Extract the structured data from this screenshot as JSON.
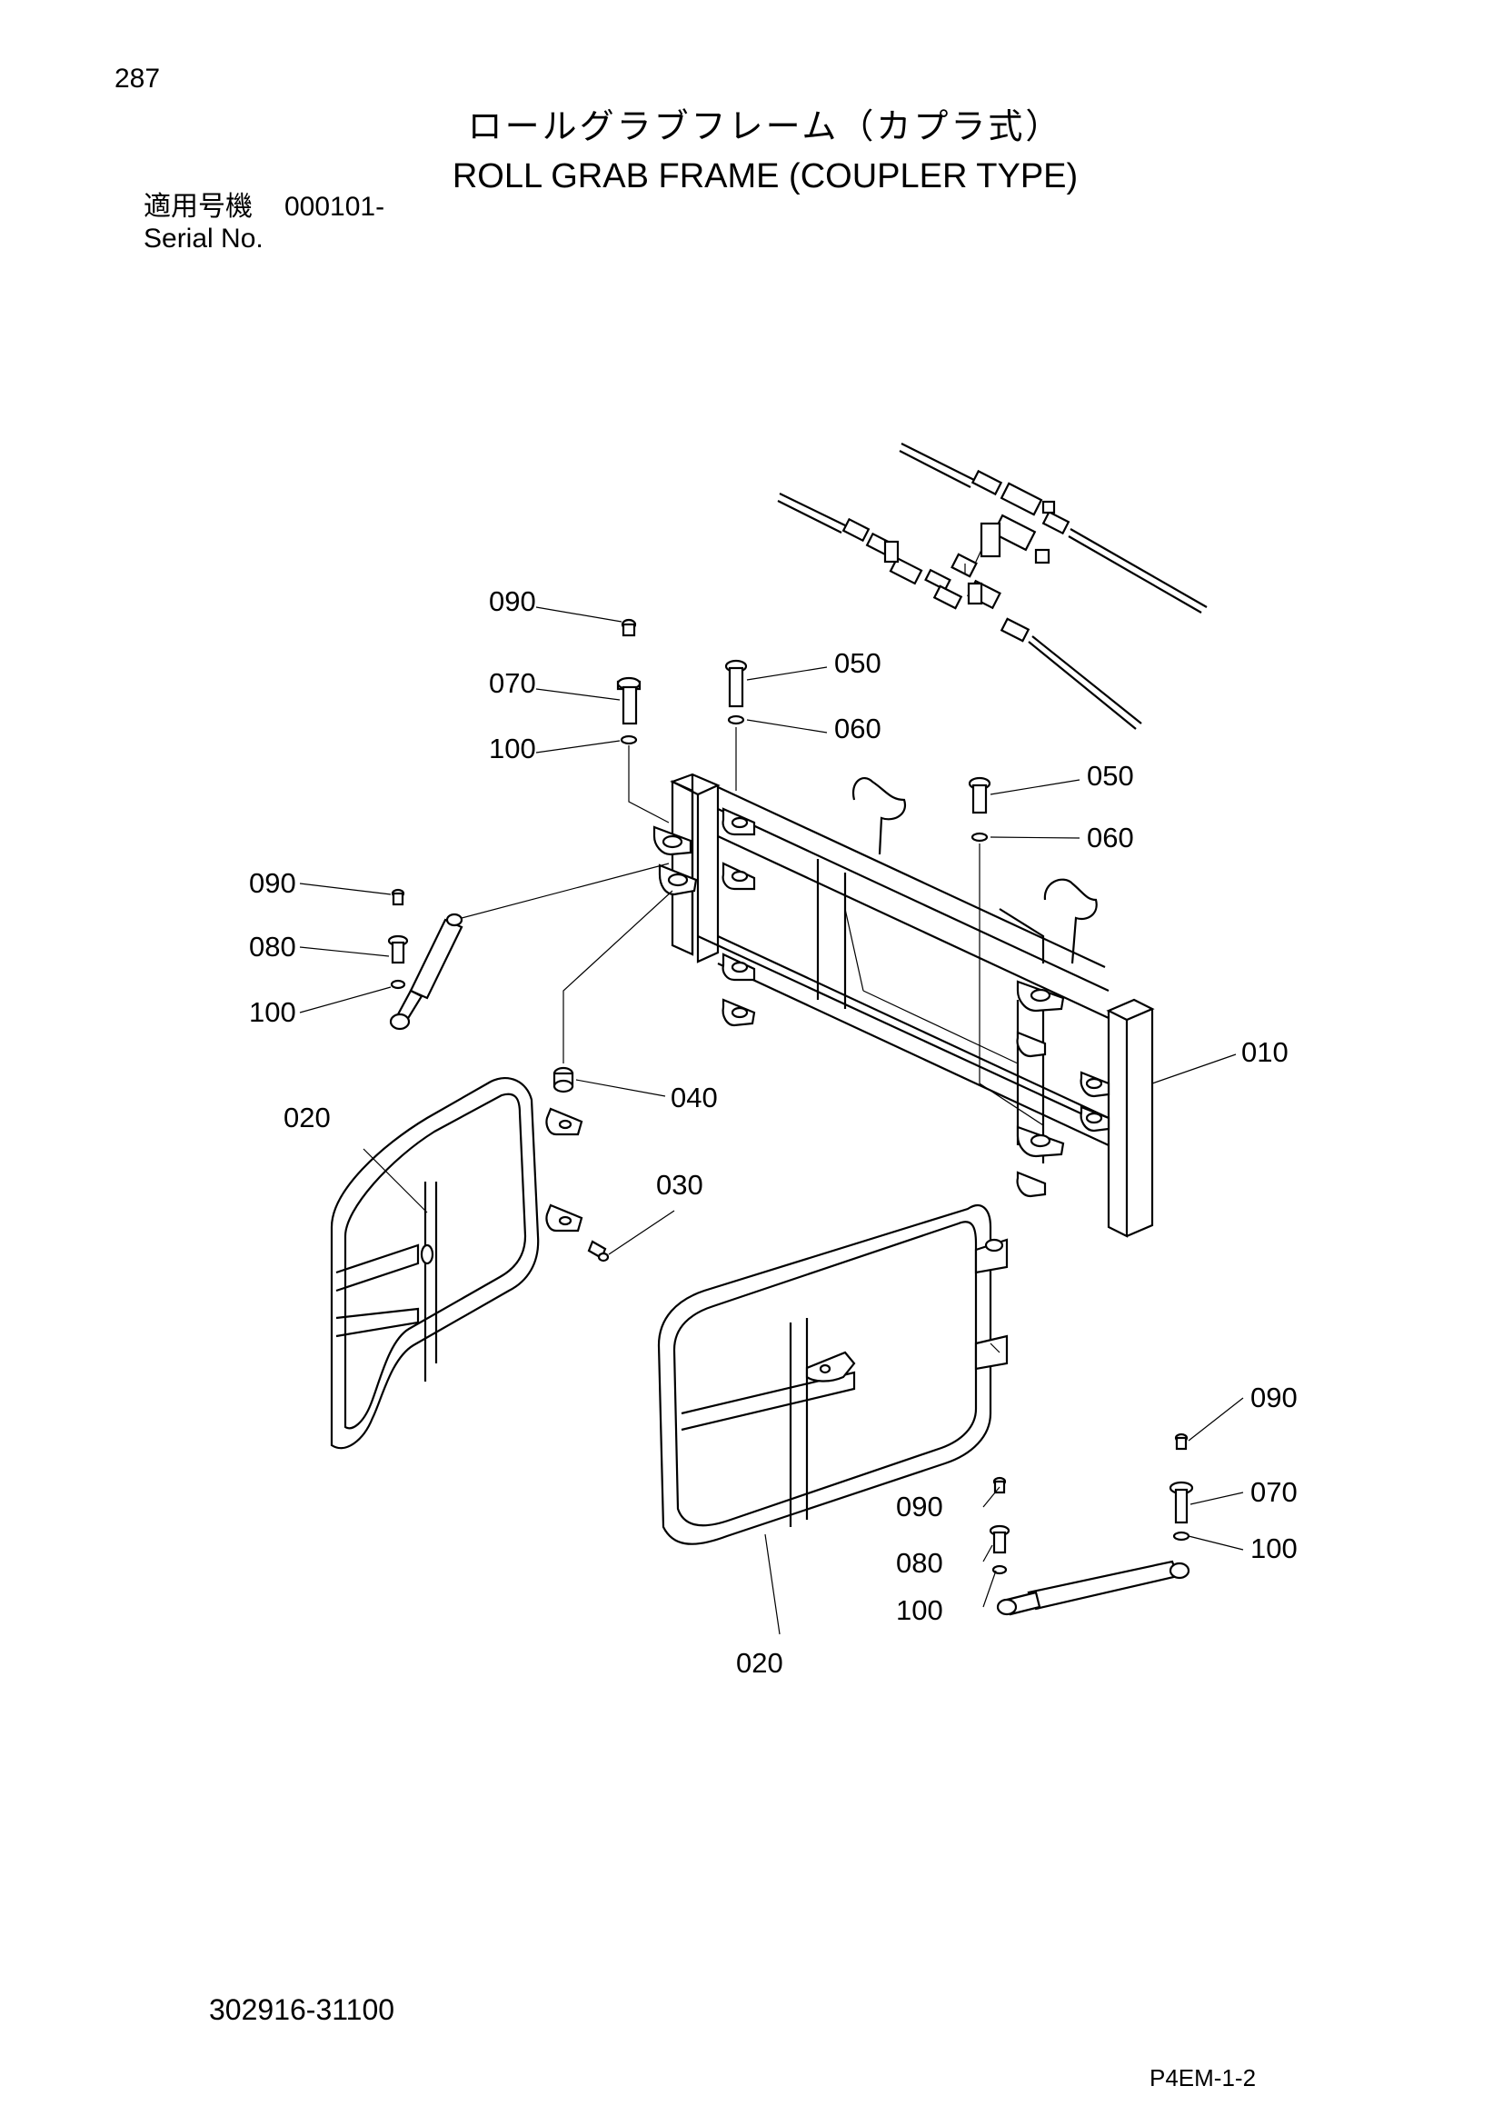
{
  "page": {
    "number": "287",
    "title_jp": "ロールグラブフレーム（カプラ式）",
    "title_en": "ROLL GRAB FRAME (COUPLER TYPE)",
    "serial_label_jp": "適用号機",
    "serial_value": "000101-",
    "serial_label_en": "Serial No.",
    "drawing_number": "302916-31100",
    "sheet_code": "P4EM-1-2"
  },
  "callouts": [
    {
      "id": "c1",
      "label": "090"
    },
    {
      "id": "c2",
      "label": "070"
    },
    {
      "id": "c3",
      "label": "100"
    },
    {
      "id": "c4",
      "label": "050"
    },
    {
      "id": "c5",
      "label": "060"
    },
    {
      "id": "c6",
      "label": "050"
    },
    {
      "id": "c7",
      "label": "060"
    },
    {
      "id": "c8",
      "label": "090"
    },
    {
      "id": "c9",
      "label": "080"
    },
    {
      "id": "c10",
      "label": "100"
    },
    {
      "id": "c11",
      "label": "010"
    },
    {
      "id": "c12",
      "label": "040"
    },
    {
      "id": "c13",
      "label": "020"
    },
    {
      "id": "c14",
      "label": "030"
    },
    {
      "id": "c15",
      "label": "090"
    },
    {
      "id": "c16",
      "label": "070"
    },
    {
      "id": "c17",
      "label": "090"
    },
    {
      "id": "c18",
      "label": "100"
    },
    {
      "id": "c19",
      "label": "080"
    },
    {
      "id": "c20",
      "label": "100"
    },
    {
      "id": "c21",
      "label": "020"
    }
  ]
}
